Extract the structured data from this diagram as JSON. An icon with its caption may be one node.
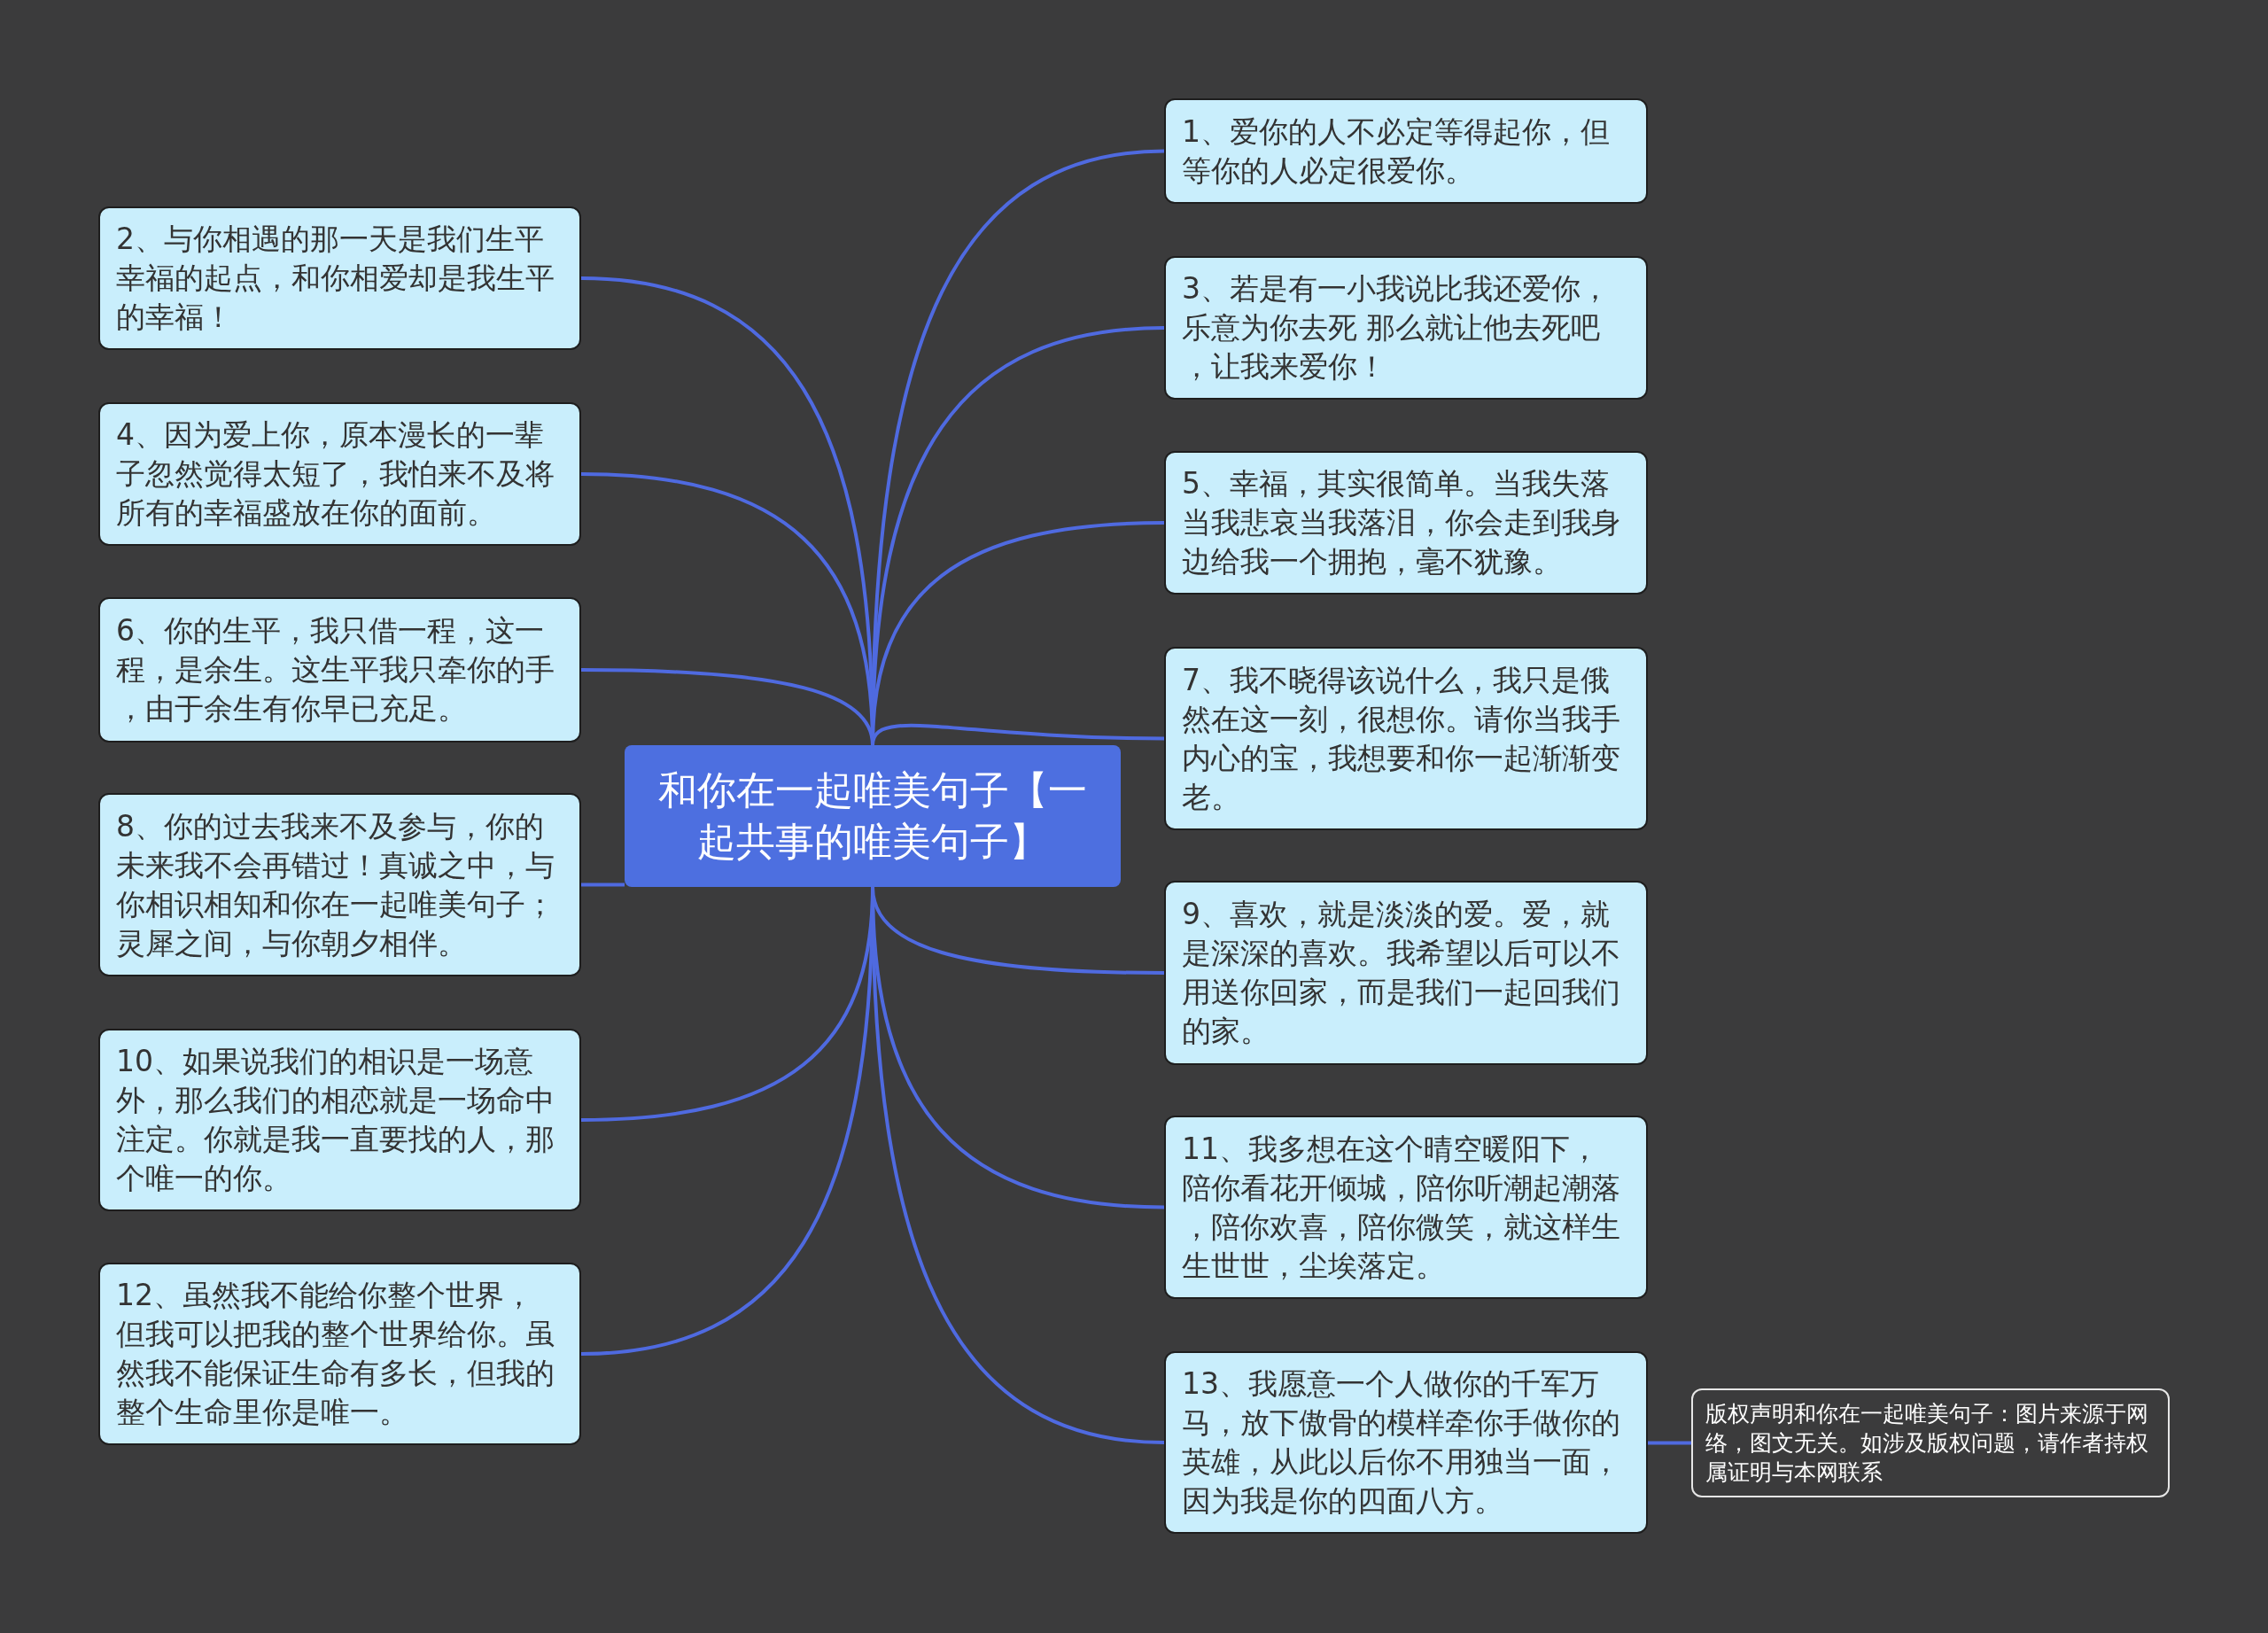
{
  "diagram": {
    "nodes": [
      {
        "text": [
          "和你在一起唯美句子【一起共事的唯美句子】"
        ]
      },
      {
        "text": [
          "1、爱你的人不必定等得起你，但等你的人必定很爱你。"
        ]
      },
      {
        "text": [
          "2、与你相遇的那一天是我们生平幸福的起点，和你相爱却是我生平的幸福！"
        ]
      },
      {
        "text": [
          "3、若是有一小我说比我还爱你，乐意为你去死 那么就让他去死吧，让我来爱你！"
        ]
      },
      {
        "text": [
          "4、因为爱上你，原本漫长的一辈子忽然觉得太短了，我怕来不及将所有的幸福盛放在你的面前。"
        ]
      },
      {
        "text": [
          "5、幸福，其实很简单。当我失落当我悲哀当我落泪，你会走到我身边给我一个拥抱，毫不犹豫。"
        ]
      },
      {
        "text": [
          "6、你的生平，我只借一程，这一程，是余生。这生平我只牵你的手，由于余生有你早已充足。"
        ]
      },
      {
        "text": [
          "7、我不晓得该说什么，我只是俄然在这一刻，很想你。请你当我手内心的宝，我想要和你一起渐渐变老。"
        ]
      },
      {
        "text": [
          "8、你的过去我来不及参与，你的未来我不会再错过！真诚之中，与你相识相知和你在一起唯美句子；灵犀之间，与你朝夕相伴。"
        ]
      },
      {
        "text": [
          "9、喜欢，就是淡淡的爱。爱，就是深深的喜欢。我希望以后可以不用送你回家，而是我们一起回我们的家。"
        ]
      },
      {
        "text": [
          "10、如果说我们的相识是一场意外，那么我们的相恋就是一场命中注定。你就是我一直要找的人，那个唯一的你。"
        ]
      },
      {
        "text": [
          "11、我多想在这个晴空暖阳下，陪你看花开倾城，陪你听潮起潮落，陪你欢喜，陪你微笑，就这样生生世世，尘埃落定。"
        ]
      },
      {
        "text": [
          "12、虽然我不能给你整个世界，但我可以把我的整个世界给你。虽然我不能保证生命有多长，但我的整个生命里你是唯一。"
        ]
      },
      {
        "text": [
          "13、我愿意一个人做你的千军万马，放下傲骨的模样牵你手做你的英雄，从此以后你不用独当一面，因为我是你的四面八方。"
        ]
      },
      {
        "text": [
          "版权声明和你在一起唯美句子：图片来源于网络，图文无关。如涉及版权问题，请作者持权属证明与本网联系"
        ]
      }
    ],
    "edges": [
      {
        "from": 0,
        "to": 1,
        "arrow": "none"
      },
      {
        "from": 0,
        "to": 2,
        "arrow": "none"
      },
      {
        "from": 0,
        "to": 3,
        "arrow": "none"
      },
      {
        "from": 0,
        "to": 4,
        "arrow": "none"
      },
      {
        "from": 0,
        "to": 5,
        "arrow": "none"
      },
      {
        "from": 0,
        "to": 6,
        "arrow": "none"
      },
      {
        "from": 0,
        "to": 7,
        "arrow": "none"
      },
      {
        "from": 0,
        "to": 8,
        "arrow": "none"
      },
      {
        "from": 0,
        "to": 9,
        "arrow": "none"
      },
      {
        "from": 0,
        "to": 10,
        "arrow": "none"
      },
      {
        "from": 0,
        "to": 11,
        "arrow": "none"
      },
      {
        "from": 0,
        "to": 12,
        "arrow": "none"
      },
      {
        "from": 0,
        "to": 13,
        "arrow": "none"
      },
      {
        "from": 13,
        "to": 14,
        "arrow": "none"
      }
    ]
  }
}
